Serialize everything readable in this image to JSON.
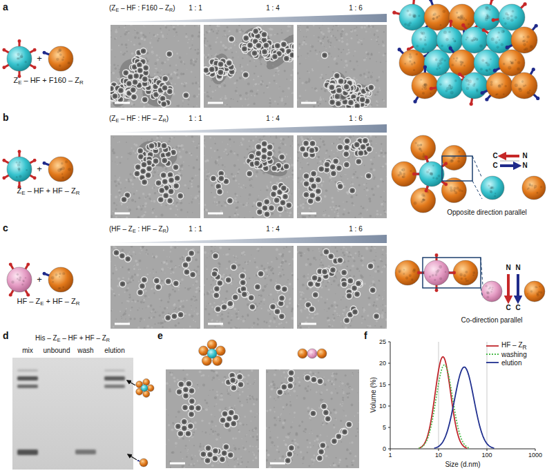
{
  "diagram": {
    "labels": [
      "a",
      "(ZE – HF : F160 – ZR)",
      "1 : 1",
      "1 : 4",
      "1 : 6",
      "+",
      "ZE – HF + F160 – ZR",
      "b",
      "(ZE – HF : HF – ZR)",
      "1 : 1",
      "1 : 4",
      "1 : 6",
      "+",
      "ZE – HF + HF – ZR",
      "C",
      "N",
      "C",
      "N",
      "Opposite direction parallel",
      "c",
      "(HF – ZE : HF – ZR)",
      "1 : 1",
      "1 : 4",
      "1 : 6",
      "+",
      "HF – ZE + HF – ZR",
      "N",
      "N",
      "C",
      "C",
      "Co-direction parallel",
      "d",
      "His – ZE – HF + HF – ZR",
      "mix",
      "unbound",
      "wash",
      "elution",
      "e",
      "f",
      "25",
      "20",
      "15",
      "10",
      "5",
      "0",
      "Volume (%)",
      "1",
      "10",
      "100",
      "1000",
      "Size (d.nm)"
    ],
    "legend": [
      {
        "text": "HF – ZR"
      },
      {
        "text": "washing"
      },
      {
        "text": "elution"
      }
    ]
  }
}
